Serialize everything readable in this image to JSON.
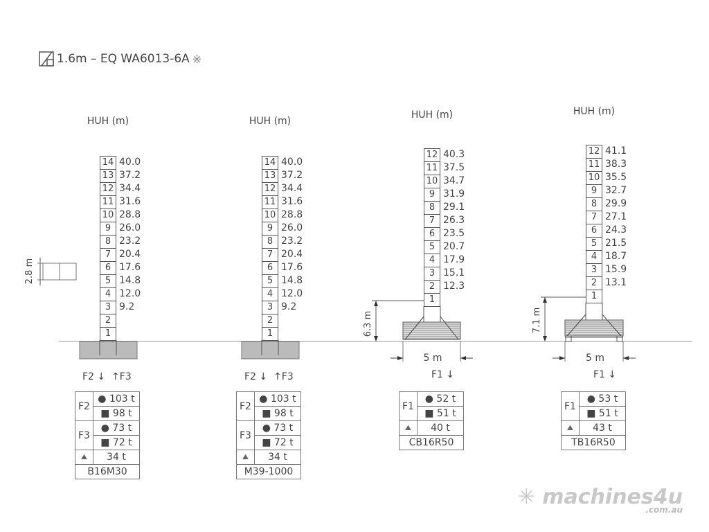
{
  "title": {
    "text": "1.6m – EQ  WA6013-6A",
    "mark": "※",
    "icon": "tower-section-icon"
  },
  "section_height": "2.8 m",
  "huh_label": "HUH (m)",
  "towers": [
    {
      "name": "B16M30",
      "segments": 14,
      "heights": {
        "14": "40.0",
        "13": "37.2",
        "12": "34.4",
        "11": "31.6",
        "10": "28.8",
        "9": "26.0",
        "8": "23.2",
        "7": "20.4",
        "6": "17.6",
        "5": "14.8",
        "4": "12.0",
        "3": "9.2"
      },
      "forces": "F2 ↓  ↑F3",
      "rows": [
        [
          "F2",
          "● 103 t",
          "■ 98 t"
        ],
        [
          "F3",
          "● 73 t",
          "■ 72 t"
        ]
      ],
      "base_load": "34 t"
    },
    {
      "name": "M39-1000",
      "segments": 14,
      "heights": {
        "14": "40.0",
        "13": "37.2",
        "12": "34.4",
        "11": "31.6",
        "10": "28.8",
        "9": "26.0",
        "8": "23.2",
        "7": "20.4",
        "6": "17.6",
        "5": "14.8",
        "4": "12.0",
        "3": "9.2"
      },
      "forces": "F2 ↓  ↑F3",
      "rows": [
        [
          "F2",
          "● 103 t",
          "■ 98 t"
        ],
        [
          "F3",
          "● 73 t",
          "■ 72 t"
        ]
      ],
      "base_load": "34 t"
    },
    {
      "name": "CB16R50",
      "segments": 12,
      "heights": {
        "12": "40.3",
        "11": "37.5",
        "10": "34.7",
        "9": "31.9",
        "8": "29.1",
        "7": "26.3",
        "6": "23.5",
        "5": "20.7",
        "4": "17.9",
        "3": "15.1",
        "2": "12.3"
      },
      "base_height": "6.3 m",
      "base_width": "5 m",
      "forces": "F1 ↓",
      "rows": [
        [
          "F1",
          "● 52 t",
          "■ 51 t"
        ]
      ],
      "base_load": "40 t"
    },
    {
      "name": "TB16R50",
      "segments": 12,
      "heights": {
        "12": "41.1",
        "11": "38.3",
        "10": "35.5",
        "9": "32.7",
        "8": "29.9",
        "7": "27.1",
        "6": "24.3",
        "5": "21.5",
        "4": "18.7",
        "3": "15.9",
        "2": "13.1"
      },
      "base_height": "7.1 m",
      "base_width": "5 m",
      "forces": "F1 ↓",
      "rows": [
        [
          "F1",
          "● 53 t",
          "■ 51 t"
        ]
      ],
      "base_load": "43 t"
    }
  ],
  "base_load_icon": "weight-icon",
  "watermark": {
    "brand": "machines4u",
    "domain": ".com.au"
  }
}
